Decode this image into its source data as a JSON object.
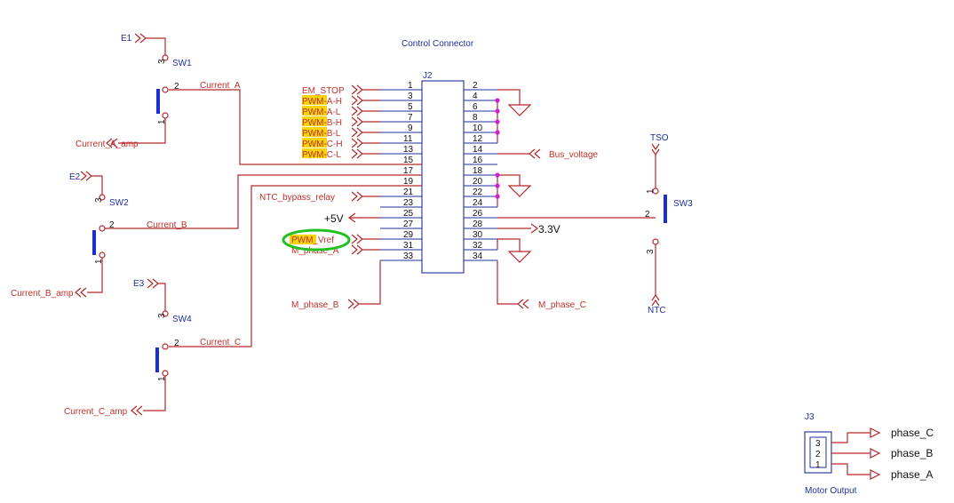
{
  "title": "Control Connector",
  "connector_ref": "J2",
  "left_pins": [
    "1",
    "3",
    "5",
    "7",
    "9",
    "11",
    "13",
    "15",
    "17",
    "19",
    "21",
    "23",
    "25",
    "27",
    "29",
    "31",
    "33"
  ],
  "right_pins": [
    "2",
    "4",
    "6",
    "8",
    "10",
    "12",
    "14",
    "16",
    "18",
    "20",
    "22",
    "24",
    "26",
    "28",
    "30",
    "32",
    "34"
  ],
  "left_nets": {
    "em_stop": "EM_STOP",
    "pwm_ah_a": "PWM",
    "pwm_ah_b": "-A-H",
    "pwm_al_a": "PWM",
    "pwm_al_b": "-A-L",
    "pwm_bh_a": "PWM",
    "pwm_bh_b": "-B-H",
    "pwm_bl_a": "PWM",
    "pwm_bl_b": "-B-L",
    "pwm_ch_a": "PWM",
    "pwm_ch_b": "-C-H",
    "pwm_cl_a": "PWM",
    "pwm_cl_b": "-C-L",
    "ntc_bypass": "NTC_bypass_relay",
    "plus5v": "+5V",
    "pwm_vref": "PWM_Vref",
    "m_phase_a": "M_phase_A",
    "m_phase_b": "M_phase_B"
  },
  "right_nets": {
    "bus_voltage": "Bus_voltage",
    "v3v3": "3.3V",
    "m_phase_c": "M_phase_C"
  },
  "switches": {
    "sw1": {
      "ref": "SW1",
      "in": "E1",
      "out": "Current_A",
      "amp": "Current_A_amp",
      "p1": "1",
      "p2": "2",
      "p3": "3"
    },
    "sw2": {
      "ref": "SW2",
      "in": "E2",
      "out": "Current_B",
      "amp": "Current_B_amp",
      "p1": "1",
      "p2": "2",
      "p3": "3"
    },
    "sw4": {
      "ref": "SW4",
      "in": "E3",
      "out": "Current_C",
      "amp": "Current_C_amp",
      "p1": "1",
      "p2": "2",
      "p3": "3"
    },
    "sw3": {
      "ref": "SW3",
      "top": "TSO",
      "bottom": "NTC",
      "p1": "1",
      "p2": "2",
      "p3": "3"
    }
  },
  "j3": {
    "ref": "J3",
    "caption": "Motor Output",
    "pins": [
      "3",
      "2",
      "1"
    ],
    "nets": [
      "phase_C",
      "phase_B",
      "phase_A"
    ]
  },
  "colors": {
    "wire": "#b3282b",
    "label_blue": "#1f2f9f",
    "highlight": "#f5d40a",
    "circle": "#22c022",
    "junction": "#d11fd1"
  }
}
